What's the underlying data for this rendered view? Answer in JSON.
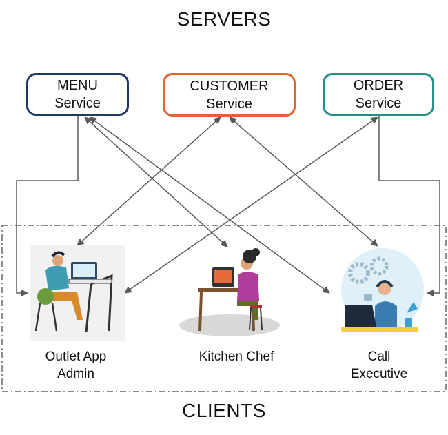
{
  "headings": {
    "servers": "SERVERS",
    "clients": "CLIENTS"
  },
  "services": [
    {
      "line1": "MENU",
      "line2": "Service",
      "border_color": "#1f3864"
    },
    {
      "line1": "CUSTOMER",
      "line2": "Service",
      "border_color": "#e2632f"
    },
    {
      "line1": "ORDER",
      "line2": "Service",
      "border_color": "#239187"
    }
  ],
  "clients": [
    {
      "line1": "Outlet App",
      "line2": "Admin",
      "icon": "person-at-laptop-illustration"
    },
    {
      "line1": "Kitchen Chef",
      "line2": "",
      "icon": "chef-at-desk-illustration"
    },
    {
      "line1": "Call",
      "line2": "Executive",
      "icon": "call-executive-headset-illustration"
    }
  ],
  "colors": {
    "arrow": "#595959",
    "clients_border": "#404040"
  }
}
